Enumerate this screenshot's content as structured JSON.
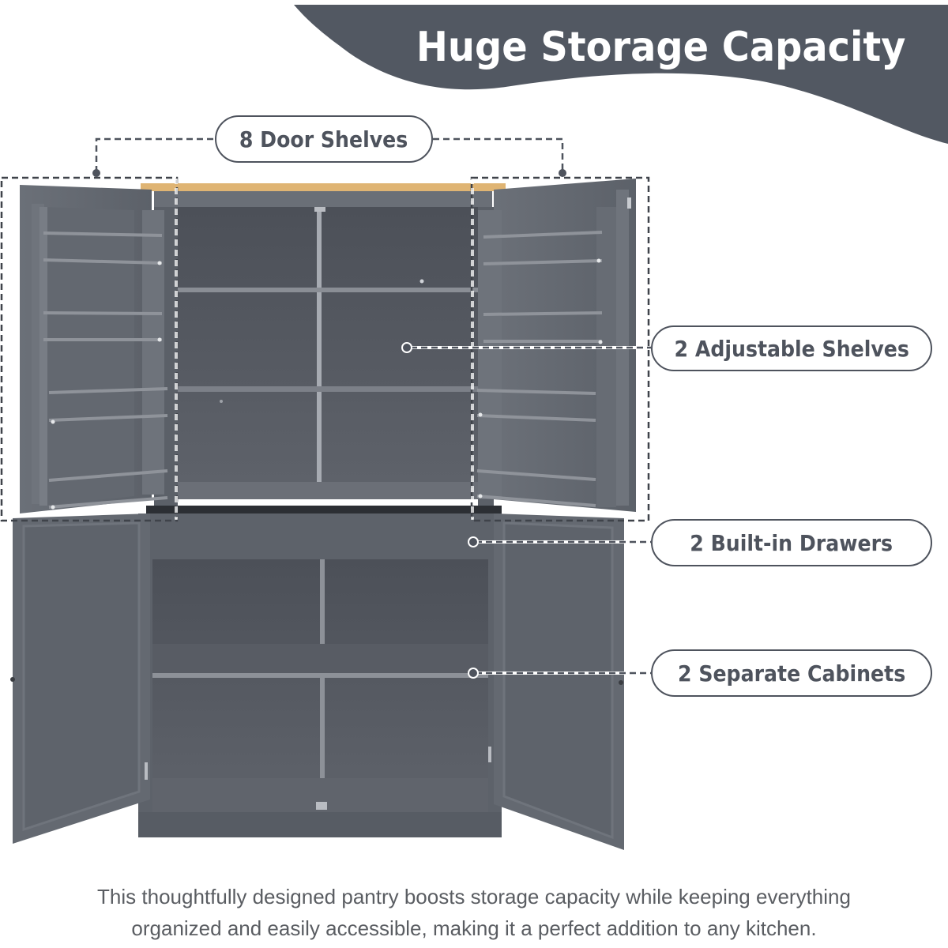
{
  "header": {
    "title": "Huge Storage Capacity",
    "banner_color": "#525862"
  },
  "callouts": [
    {
      "label": "8 Door Shelves"
    },
    {
      "label": "2 Adjustable Shelves"
    },
    {
      "label": "2 Built-in Drawers"
    },
    {
      "label": "2 Separate Cabinets"
    }
  ],
  "product": {
    "body_color": "#5f646c",
    "interior_color": "#555a62",
    "wood_color": "#e2b675",
    "handle_color": "#1b1b1d"
  },
  "description": {
    "line1": "This thoughtfully designed pantry boosts storage capacity while keeping everything",
    "line2": "organized and easily accessible, making it a perfect addition to any kitchen."
  }
}
